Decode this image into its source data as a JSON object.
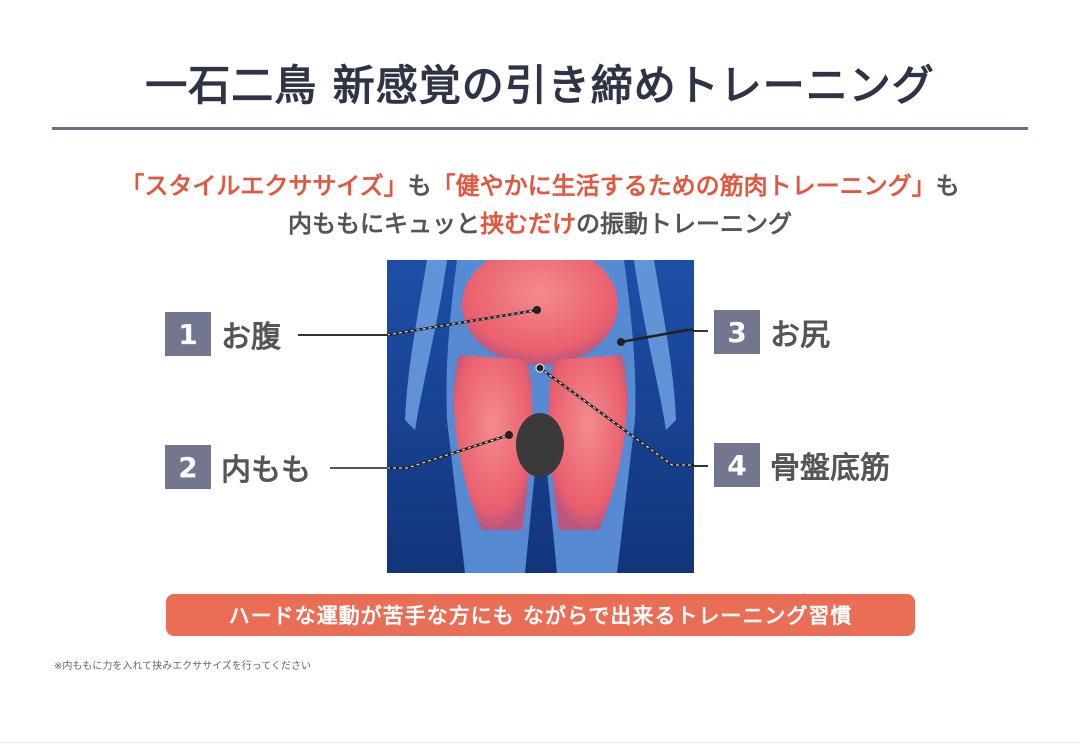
{
  "title": "一石二鳥 新感覚の引き締めトレーニング",
  "lead": {
    "line1": [
      {
        "text": "「スタイルエクササイズ」",
        "highlight": true
      },
      {
        "text": "も",
        "highlight": false
      },
      {
        "text": "「健やかに生活するための筋肉トレーニング」",
        "highlight": true
      },
      {
        "text": "も",
        "highlight": false
      }
    ],
    "line2": [
      {
        "text": "内ももにキュッと",
        "highlight": false
      },
      {
        "text": "挟むだけ",
        "highlight": true
      },
      {
        "text": "の振動トレーニング",
        "highlight": false
      }
    ]
  },
  "labels": [
    {
      "num": "1",
      "text": "お腹"
    },
    {
      "num": "2",
      "text": "内もも"
    },
    {
      "num": "3",
      "text": "お尻"
    },
    {
      "num": "4",
      "text": "骨盤底筋"
    }
  ],
  "banner": "ハードな運動が苦手な方にも ながらで出来るトレーニング習慣",
  "note": "※内ももに力を入れて挟みエクササイズを行ってください",
  "colors": {
    "title": "#2e3446",
    "accent": "#e0583f",
    "banner": "#ea6d55",
    "badge": "#72778f",
    "figure_bg": "#173f8d"
  }
}
